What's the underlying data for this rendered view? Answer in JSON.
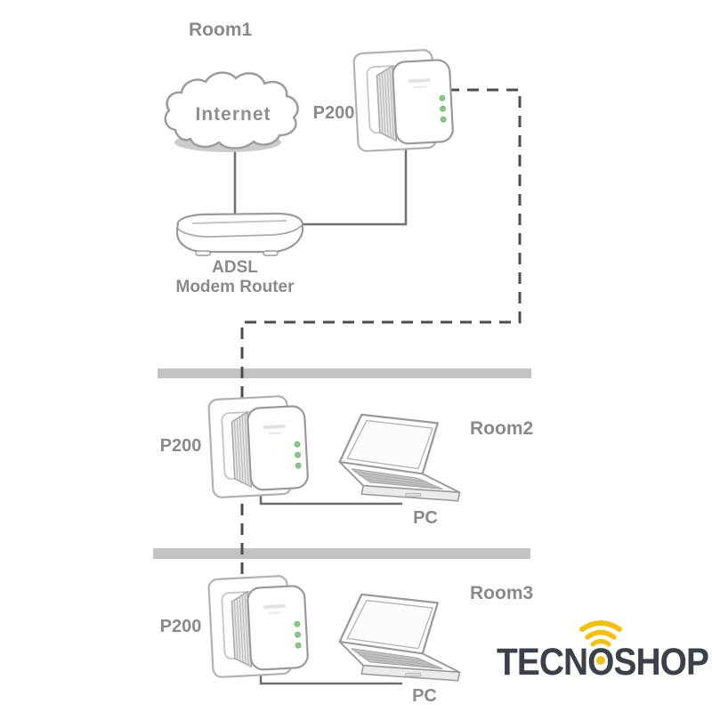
{
  "diagram": {
    "internet": {
      "label": "Internet"
    },
    "router": {
      "label_line1": "ADSL",
      "label_line2": "Modem Router"
    },
    "rooms": [
      {
        "name": "Room1",
        "adapter": "P200"
      },
      {
        "name": "Room2",
        "adapter": "P200",
        "pc": "PC"
      },
      {
        "name": "Room3",
        "adapter": "P200",
        "pc": "PC"
      }
    ],
    "colors": {
      "label_gray": "#8a8a8a",
      "line_gray": "#6e6e6e",
      "dashed_line": "#4d4d4d",
      "floor_bar": "#c3c3c3",
      "led_green": "#8bc98b"
    }
  },
  "branding": {
    "logo_text": "TECNOSHOP",
    "logo_text_color": "#3a4149",
    "logo_accent_color": "#f2c014"
  }
}
